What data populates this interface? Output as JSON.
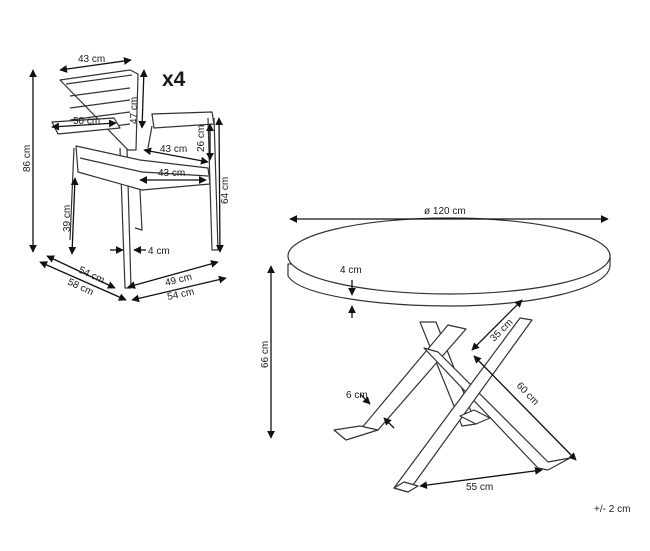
{
  "chair": {
    "quantity": "x4",
    "dims": {
      "back_width": "43 cm",
      "back_height": "47 cm",
      "armrest_length": "50 cm",
      "seat_depth_inner": "43 cm",
      "seat_width_inner": "43 cm",
      "armrest_height_above_seat": "26 cm",
      "armrest_height": "64 cm",
      "total_height": "86 cm",
      "seat_height": "39 cm",
      "leg_width": "4 cm",
      "seat_depth": "54 cm",
      "total_depth": "58 cm",
      "seat_width": "49 cm",
      "total_width": "54 cm"
    }
  },
  "table": {
    "dims": {
      "diameter": "ø 120 cm",
      "top_thickness": "4 cm",
      "height": "66 cm",
      "leg_upper": "35 cm",
      "leg_diagonal": "60 cm",
      "leg_width": "6 cm",
      "foot_span": "55 cm"
    }
  },
  "tolerance": "+/- 2 cm"
}
